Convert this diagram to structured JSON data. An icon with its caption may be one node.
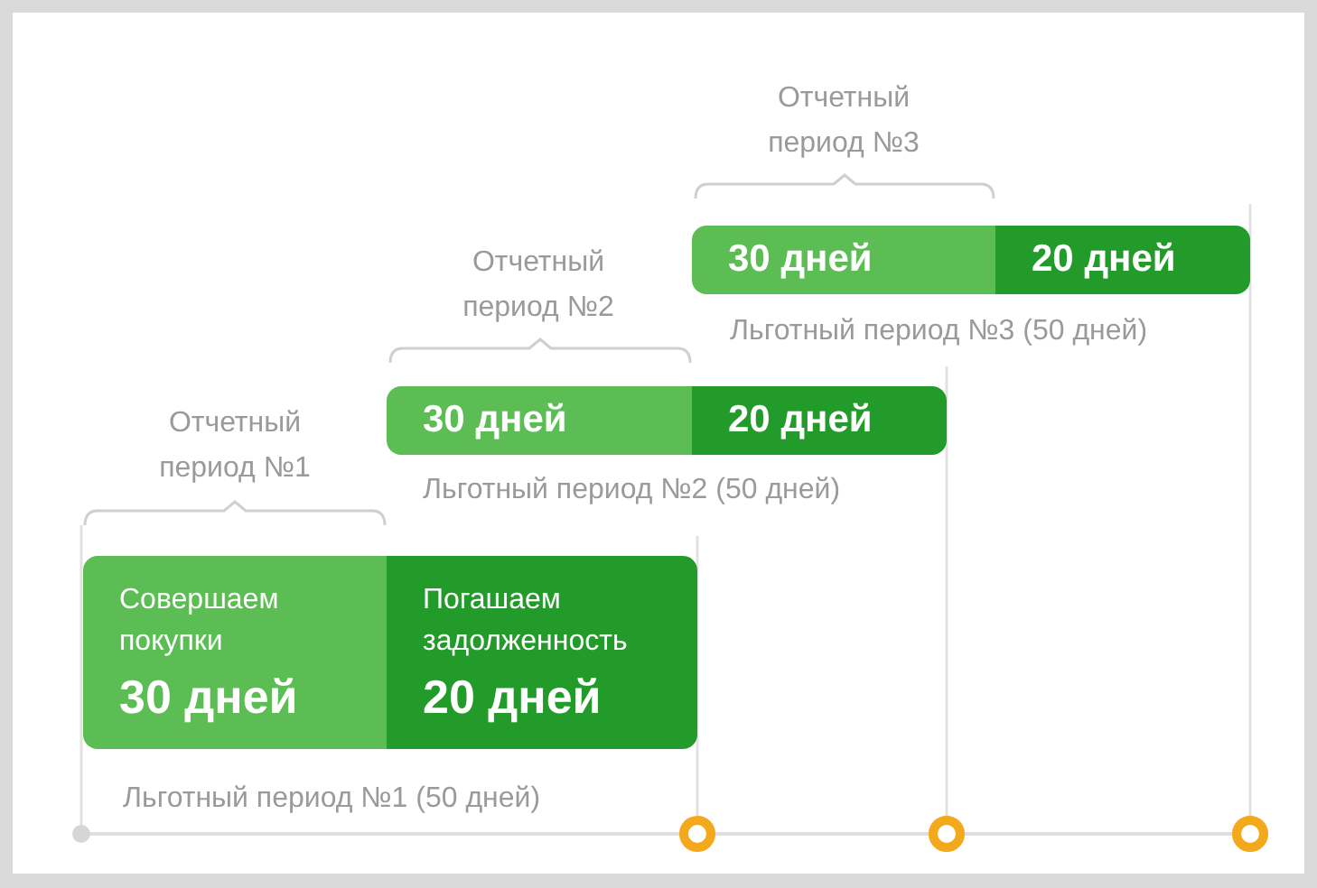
{
  "diagram": {
    "nodes": [
      {
        "text": [
          "Совершаем покупки",
          "30 дней"
        ]
      },
      {
        "text": [
          "Погашаем задолженность",
          "20 дней"
        ]
      },
      {
        "text": [
          "30 дней"
        ]
      },
      {
        "text": [
          "20 дней"
        ]
      },
      {
        "text": [
          "30 дней"
        ]
      },
      {
        "text": [
          "20 дней"
        ]
      }
    ],
    "labels": [
      "Отчетный период №1",
      "Льготный период №1 (50 дней)",
      "Отчетный период №2",
      "Льготный период №2 (50 дней)",
      "Отчетный период №3",
      "Льготный период №3 (50 дней)"
    ]
  }
}
